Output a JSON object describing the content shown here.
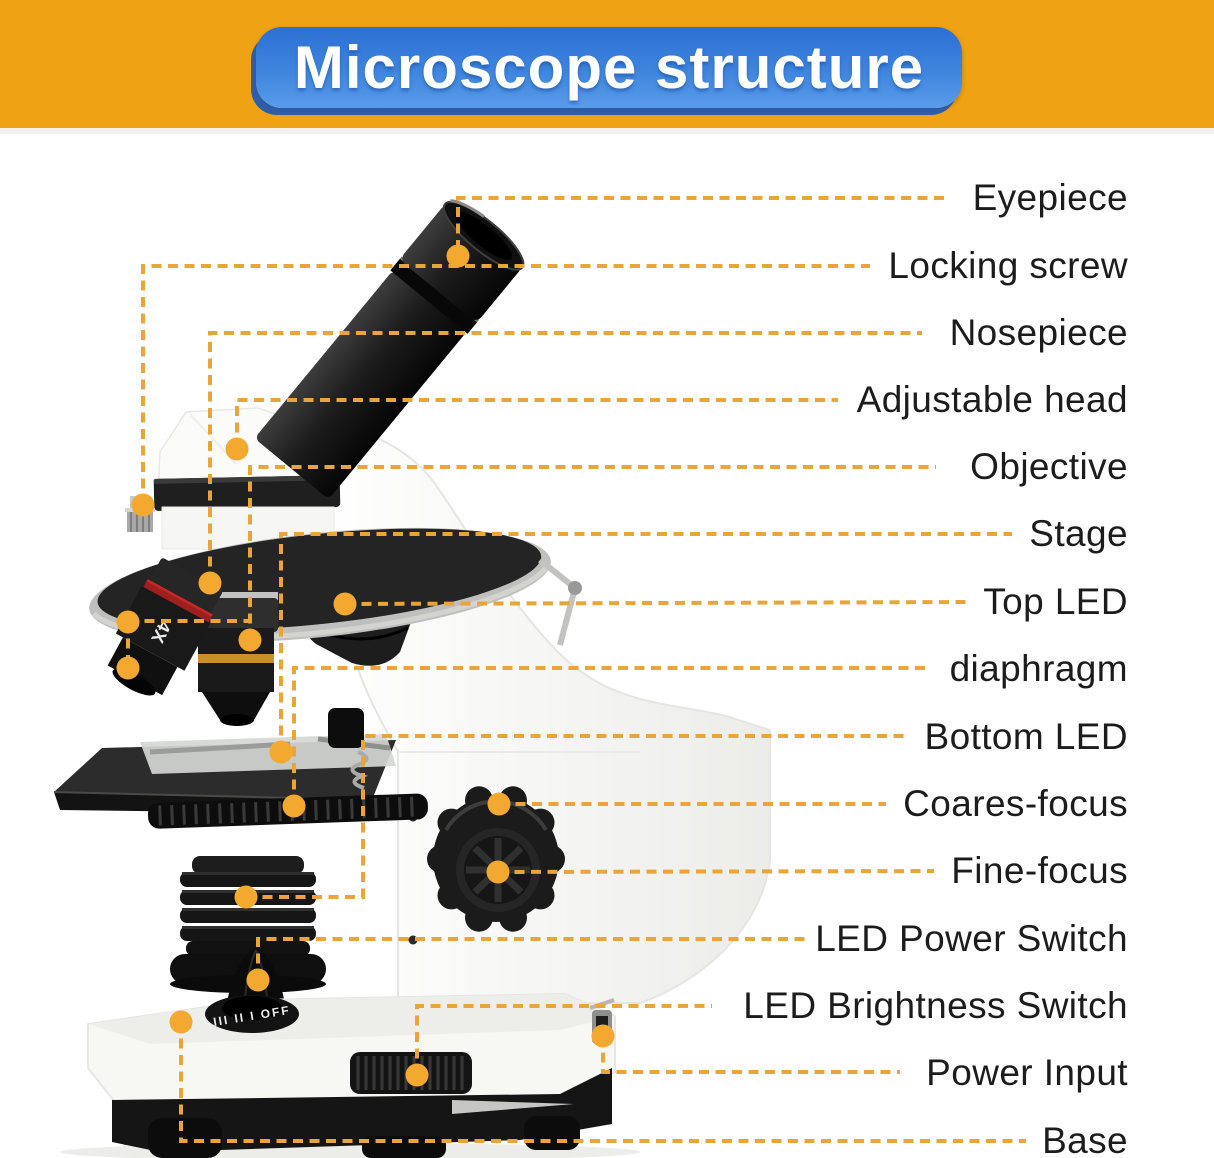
{
  "header": {
    "title": "Microscope structure",
    "band_color": "#F0A215",
    "banner_blue_top": "#2B6FD3",
    "banner_blue_bottom": "#5A9CEA",
    "banner_shadow_blue": "#1B57B6",
    "title_color": "#FFFFFF"
  },
  "diagram": {
    "leader_line_color": "#E9A43A",
    "dot_color": "#F3A92F",
    "label_color": "#1C1C1C",
    "labels": [
      {
        "id": "eyepiece",
        "text": "Eyepiece"
      },
      {
        "id": "locking-screw",
        "text": "Locking screw"
      },
      {
        "id": "nosepiece",
        "text": "Nosepiece"
      },
      {
        "id": "adjustable-head",
        "text": "Adjustable head"
      },
      {
        "id": "objective",
        "text": "Objective"
      },
      {
        "id": "stage",
        "text": "Stage"
      },
      {
        "id": "top-led",
        "text": "Top LED"
      },
      {
        "id": "diaphragm",
        "text": "diaphragm"
      },
      {
        "id": "bottom-led",
        "text": "Bottom LED"
      },
      {
        "id": "coarse-focus",
        "text": "Coares-focus"
      },
      {
        "id": "fine-focus",
        "text": "Fine-focus"
      },
      {
        "id": "led-power-switch",
        "text": "LED Power Switch"
      },
      {
        "id": "led-brightness-switch",
        "text": "LED Brightness Switch"
      },
      {
        "id": "power-input",
        "text": "Power Input"
      },
      {
        "id": "base",
        "text": "Base"
      }
    ],
    "microscope_markings": {
      "objective_lens": "4X",
      "brightness_dial": "III II I OFF"
    }
  }
}
